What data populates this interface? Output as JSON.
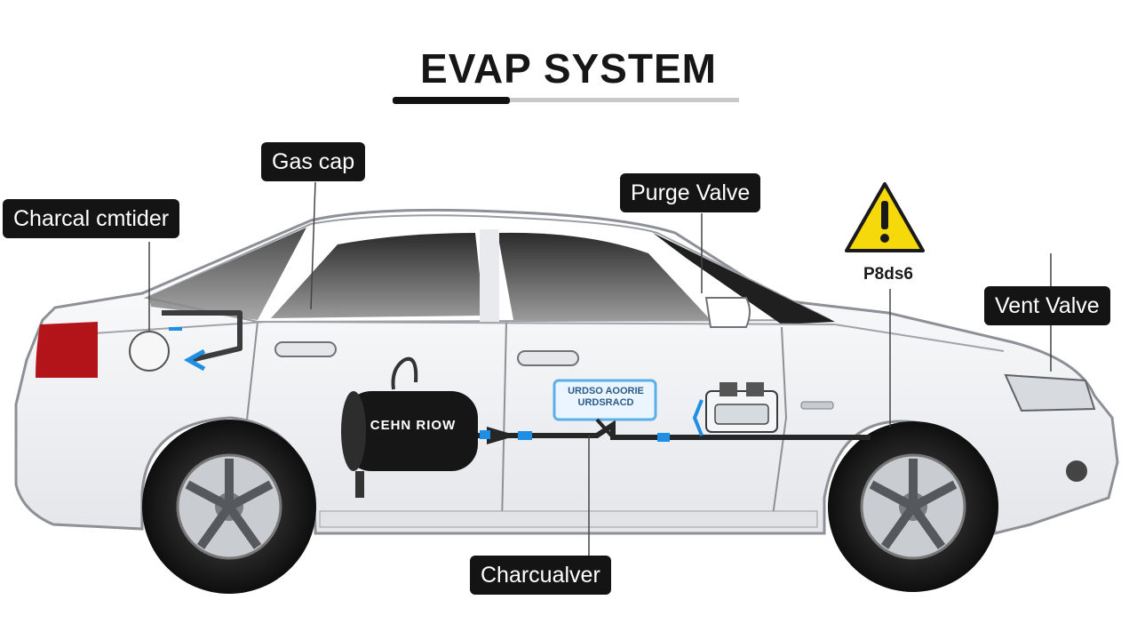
{
  "title": "EVAP SYSTEM",
  "labels": {
    "gas_cap": "Gas cap",
    "charcoal_canister": "Charcal cmtider",
    "purge_valve": "Purge Valve",
    "vent_valve": "Vent Valve",
    "charcoal_bottom": "Charcualver",
    "warning_text": "P8ds6"
  },
  "canister_text": "CEHN RIOW",
  "purge_module_text": [
    "URDSO AOORIE",
    "URDSRACD"
  ],
  "warning_icon": "warning-triangle-icon",
  "colors": {
    "callout_bg": "#141414",
    "car_body": "#f4f5f7",
    "hose_blue": "#1f8fe6",
    "warning_yellow": "#f5d90a"
  }
}
